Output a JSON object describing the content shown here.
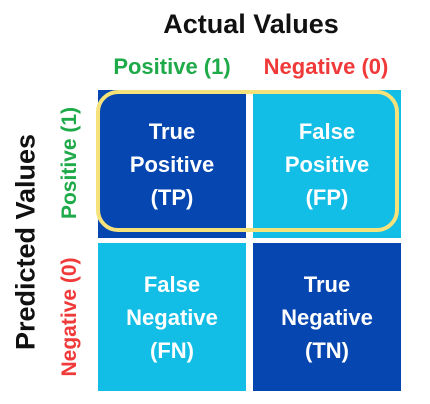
{
  "titles": {
    "actual": "Actual Values",
    "predicted": "Predicted Values"
  },
  "columns": {
    "positive": "Positive (1)",
    "negative": "Negative (0)"
  },
  "rows": {
    "positive": "Positive (1)",
    "negative": "Negative (0)"
  },
  "cells": {
    "tp": {
      "line1": "True",
      "line2": "Positive",
      "line3": "(TP)"
    },
    "fp": {
      "line1": "False",
      "line2": "Positive",
      "line3": "(FP)"
    },
    "fn": {
      "line1": "False",
      "line2": "Negative",
      "line3": "(FN)"
    },
    "tn": {
      "line1": "True",
      "line2": "Negative",
      "line3": "(TN)"
    }
  },
  "colors": {
    "positive_label": "#1faa4a",
    "negative_label": "#f03a3a",
    "dark_blue": "#0546b0",
    "light_blue": "#12bde6",
    "highlight": "#f5e27a"
  }
}
